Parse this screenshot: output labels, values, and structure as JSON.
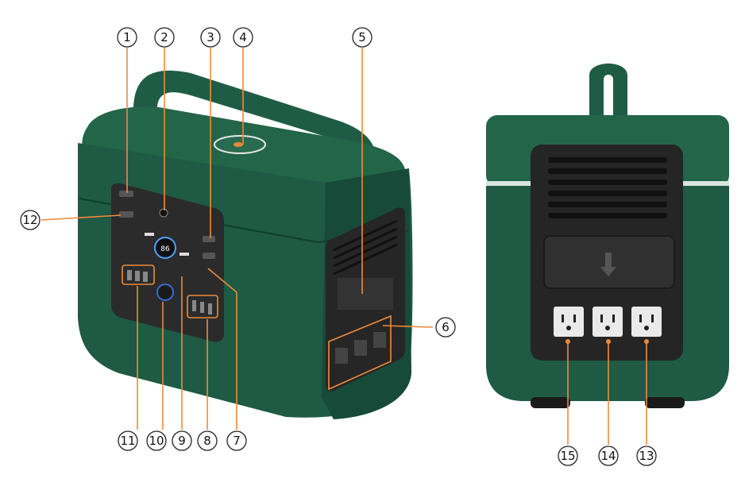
{
  "diagram": {
    "callouts": {
      "c1": "1",
      "c2": "2",
      "c3": "3",
      "c4": "4",
      "c5": "5",
      "c6": "6",
      "c7": "7",
      "c8": "8",
      "c9": "9",
      "c10": "10",
      "c11": "11",
      "c12": "12",
      "c13": "13",
      "c14": "14",
      "c15": "15"
    },
    "display_readout": "86",
    "colors": {
      "body": "#1e5a44",
      "leader": "#f08a3a",
      "panel": "#2b2b2b"
    }
  }
}
